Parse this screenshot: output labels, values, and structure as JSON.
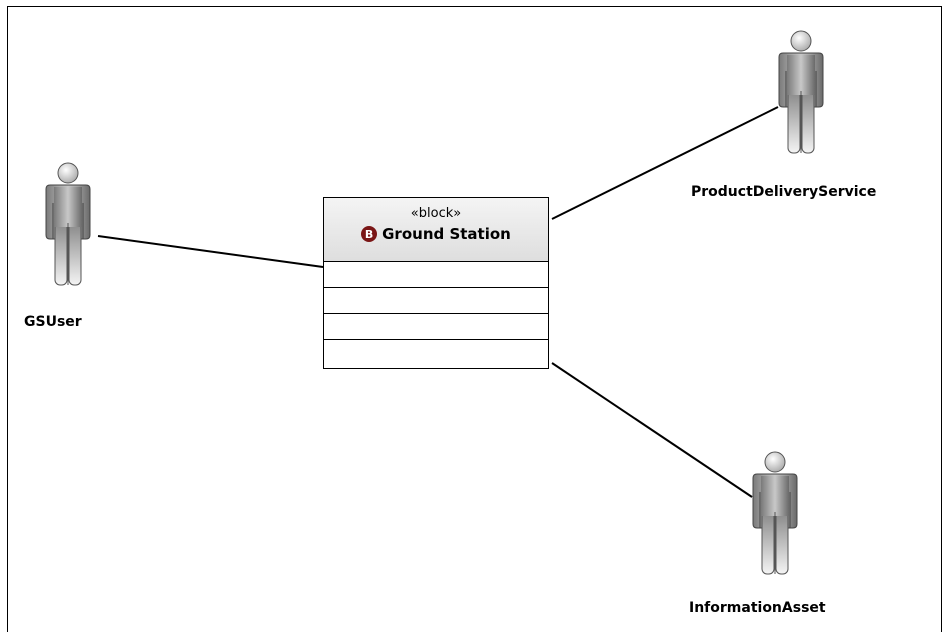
{
  "block": {
    "stereotype": "«block»",
    "badge": "B",
    "name": "Ground Station",
    "compartments": 4,
    "badge_color": "#7a1616"
  },
  "actors": [
    {
      "id": "gsuser",
      "label": "GSUser"
    },
    {
      "id": "productdeliveryservice",
      "label": "ProductDeliveryService"
    },
    {
      "id": "informationasset",
      "label": "InformationAsset"
    }
  ],
  "associations": [
    {
      "from": "GSUser",
      "to": "Ground Station"
    },
    {
      "from": "Ground Station",
      "to": "ProductDeliveryService"
    },
    {
      "from": "Ground Station",
      "to": "InformationAsset"
    }
  ]
}
